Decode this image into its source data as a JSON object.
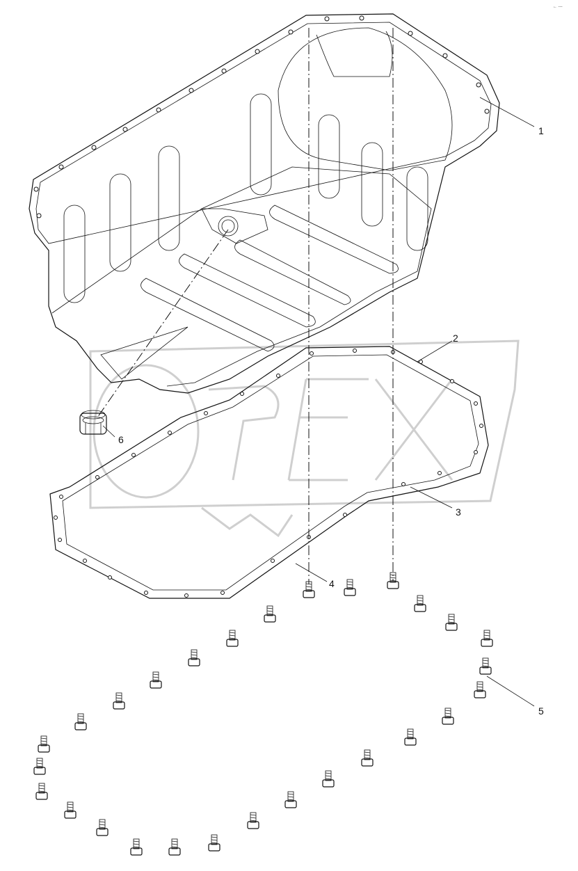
{
  "diagram": {
    "corner_mark": "← ---",
    "watermark_text": "OPEX",
    "callouts": [
      {
        "id": "1",
        "part": "oil-pan"
      },
      {
        "id": "2",
        "part": "gasket-top"
      },
      {
        "id": "3",
        "part": "gasket-bottom"
      },
      {
        "id": "4",
        "part": "bolt"
      },
      {
        "id": "5",
        "part": "bolt"
      },
      {
        "id": "6",
        "part": "drain-plug"
      }
    ]
  }
}
